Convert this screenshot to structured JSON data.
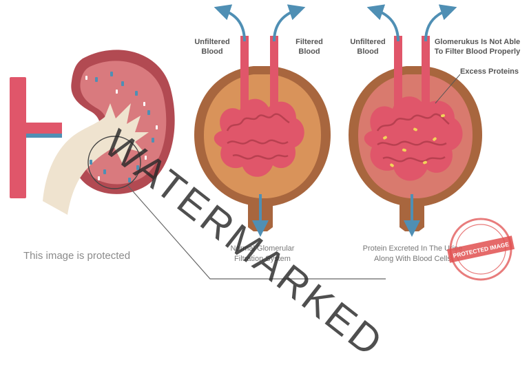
{
  "labels": {
    "unfiltered_1": "Unfiltered\nBlood",
    "filtered": "Filtered\nBlood",
    "unfiltered_2": "Unfiltered\nBlood",
    "glomerulus_fail": "Glomerukus Is Not Able\nTo Filter Blood Properly",
    "excess_proteins": "Excess Proteins"
  },
  "captions": {
    "normal": "Normal Glomerular\nFiltration System",
    "protein": "Protein  Excreted In The Urine\nAlong With Blood Cells"
  },
  "overlay": {
    "protected_text": "This image is protected",
    "watermark_text": "WATERMARKED",
    "stamp_text": "PROTECTED IMAGE"
  },
  "colors": {
    "vessel_red": "#e0566a",
    "kidney_dark": "#b24a52",
    "capsule_brown": "#a8663e",
    "capsule_light": "#d9935a",
    "cream": "#efe3cf",
    "arrow_blue": "#4f8fb4",
    "protein_yellow": "#f2d45a",
    "stamp_red": "#e05050"
  }
}
